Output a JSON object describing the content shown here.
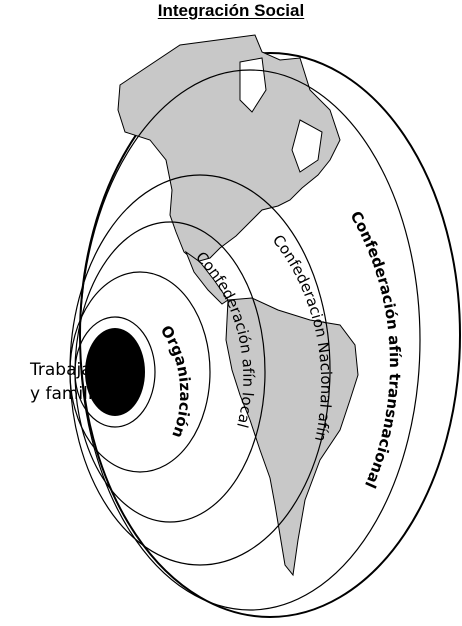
{
  "title": "Integración Social",
  "core": {
    "line1": "Trabajador",
    "line2": "y familia"
  },
  "rings": {
    "organization": "Organización",
    "local": "Confederación afín local",
    "national": "Confederación Nacional afín",
    "transnational": "Confederación afín transnacional"
  },
  "colors": {
    "background": "#ffffff",
    "land": "#c8c8c8",
    "outline": "#000000",
    "core": "#000000"
  }
}
